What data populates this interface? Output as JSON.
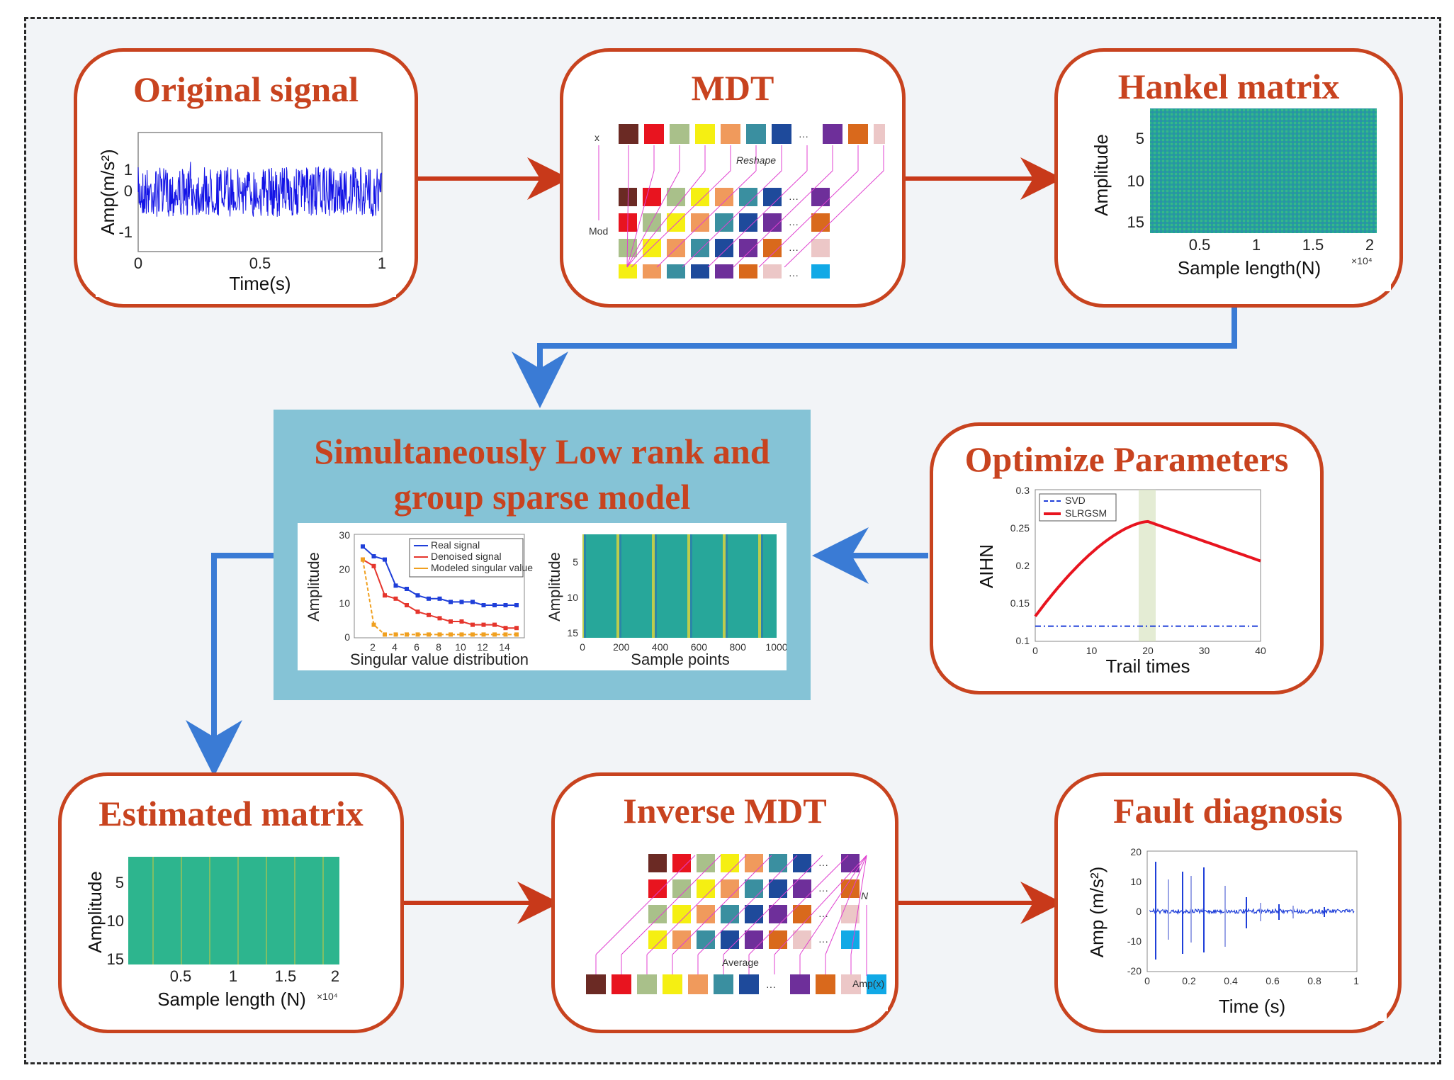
{
  "colors": {
    "accent": "#c8431f",
    "arrow_red": "#c8391a",
    "arrow_blue": "#3a7bd5",
    "center_bg": "#85c3d6"
  },
  "boxes": {
    "original_signal": {
      "title": "Original signal",
      "ylabel": "Amp(m/s²)",
      "xlabel": "Time(s)",
      "xticks": [
        "0",
        "0.5",
        "1"
      ],
      "yticks": [
        "1",
        "0",
        "-1"
      ]
    },
    "mdt": {
      "title": "MDT",
      "left_label_top": "x",
      "left_label_bottom": "Mod",
      "mid_label": "Reshape",
      "ellipsis": "···"
    },
    "hankel": {
      "title": "Hankel matrix",
      "ylabel": "Amplitude",
      "xlabel": "Sample length(N)",
      "xexp": "×10⁴",
      "yticks": [
        "5",
        "10",
        "15"
      ],
      "xticks": [
        "0.5",
        "1",
        "1.5",
        "2"
      ]
    },
    "center": {
      "title_line1": "Simultaneously Low rank and",
      "title_line2": "group sparse model",
      "left_plot": {
        "ylabel": "Amplitude",
        "xlabel": "Singular value distribution",
        "legend": [
          "Real signal",
          "Denoised signal",
          "Modeled singular value"
        ],
        "yticks": [
          "30",
          "20",
          "10",
          "0"
        ],
        "xticks": [
          "2",
          "4",
          "6",
          "8",
          "10",
          "12",
          "14"
        ]
      },
      "right_plot": {
        "ylabel": "Amplitude",
        "xlabel": "Sample points",
        "yticks": [
          "5",
          "10",
          "15"
        ],
        "xticks": [
          "0",
          "200",
          "400",
          "600",
          "800",
          "1000"
        ]
      }
    },
    "optimize": {
      "title": "Optimize Parameters",
      "ylabel": "AIHN",
      "xlabel": "Trail times",
      "legend": [
        "SVD",
        "SLRGSM"
      ],
      "yticks": [
        "0.3",
        "0.25",
        "0.2",
        "0.15",
        "0.1"
      ],
      "xticks": [
        "0",
        "10",
        "20",
        "30",
        "40"
      ]
    },
    "estimated": {
      "title": "Estimated matrix",
      "ylabel": "Amplitude",
      "xlabel": "Sample length (N)",
      "xexp": "×10⁴",
      "yticks": [
        "5",
        "10",
        "15"
      ],
      "xticks": [
        "0.5",
        "1",
        "1.5",
        "2"
      ]
    },
    "inverse": {
      "title": "Inverse MDT",
      "right_label_top": "N",
      "right_label_bottom": "Amp(x)",
      "mid_label": "Average",
      "ellipsis": "···"
    },
    "fault": {
      "title": "Fault diagnosis",
      "ylabel": "Amp (m/s²)",
      "xlabel": "Time (s)",
      "yticks": [
        "20",
        "10",
        "0",
        "-10",
        "-20"
      ],
      "xticks": [
        "0",
        "0.2",
        "0.4",
        "0.6",
        "0.8",
        "1"
      ]
    }
  },
  "square_colors": [
    "#6b2a24",
    "#e8141f",
    "#a9c08a",
    "#f5ef12",
    "#f09a5c",
    "#3a8fa0",
    "#1e4a9b",
    "#6e2f9a",
    "#d9691c",
    "#ecc7c7",
    "#11a9e6"
  ]
}
